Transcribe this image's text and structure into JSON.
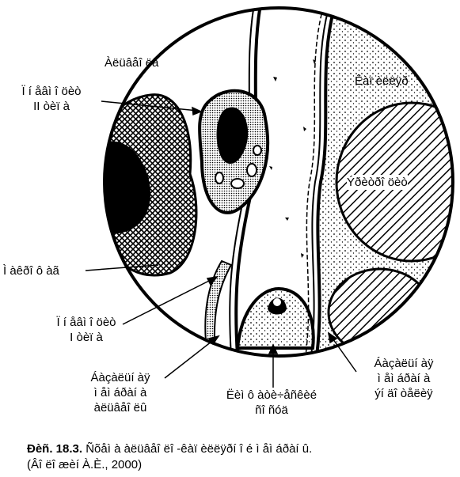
{
  "labels": {
    "alveola": "Àëüâåî ëà",
    "pneumocyte2": [
      "Ï í åâì î öèò",
      "II òèï à"
    ],
    "capillary": "Êàï èëëÿð",
    "erythrocyte": "Ýðèòðî öèò",
    "macrophage": "Ì àêðî ô àã",
    "pneumocyte1": [
      "Ï í åâì î öèò",
      "I òèï à"
    ],
    "basal_alveolar": [
      "Áàçàëüí àÿ",
      "ì åì áðàí à",
      "àëüâåî ëû"
    ],
    "lymph_space": [
      "Ëèì ô àòè÷åñêèé",
      "ñî ñóä"
    ],
    "basal_endothelium": [
      "Áàçàëüí àÿ",
      "ì åì áðàí à",
      "ýí äî òåëèÿ"
    ]
  },
  "caption": {
    "number": "Ðèñ. 18.3.",
    "text": "Ñõåì à àëüâåî ëî -êàï èëëÿðí î é ì åì áðàí û.",
    "source": "(Âî ëî æèí À.È., 2000)"
  },
  "colors": {
    "ink": "#000000",
    "paper": "#ffffff"
  }
}
